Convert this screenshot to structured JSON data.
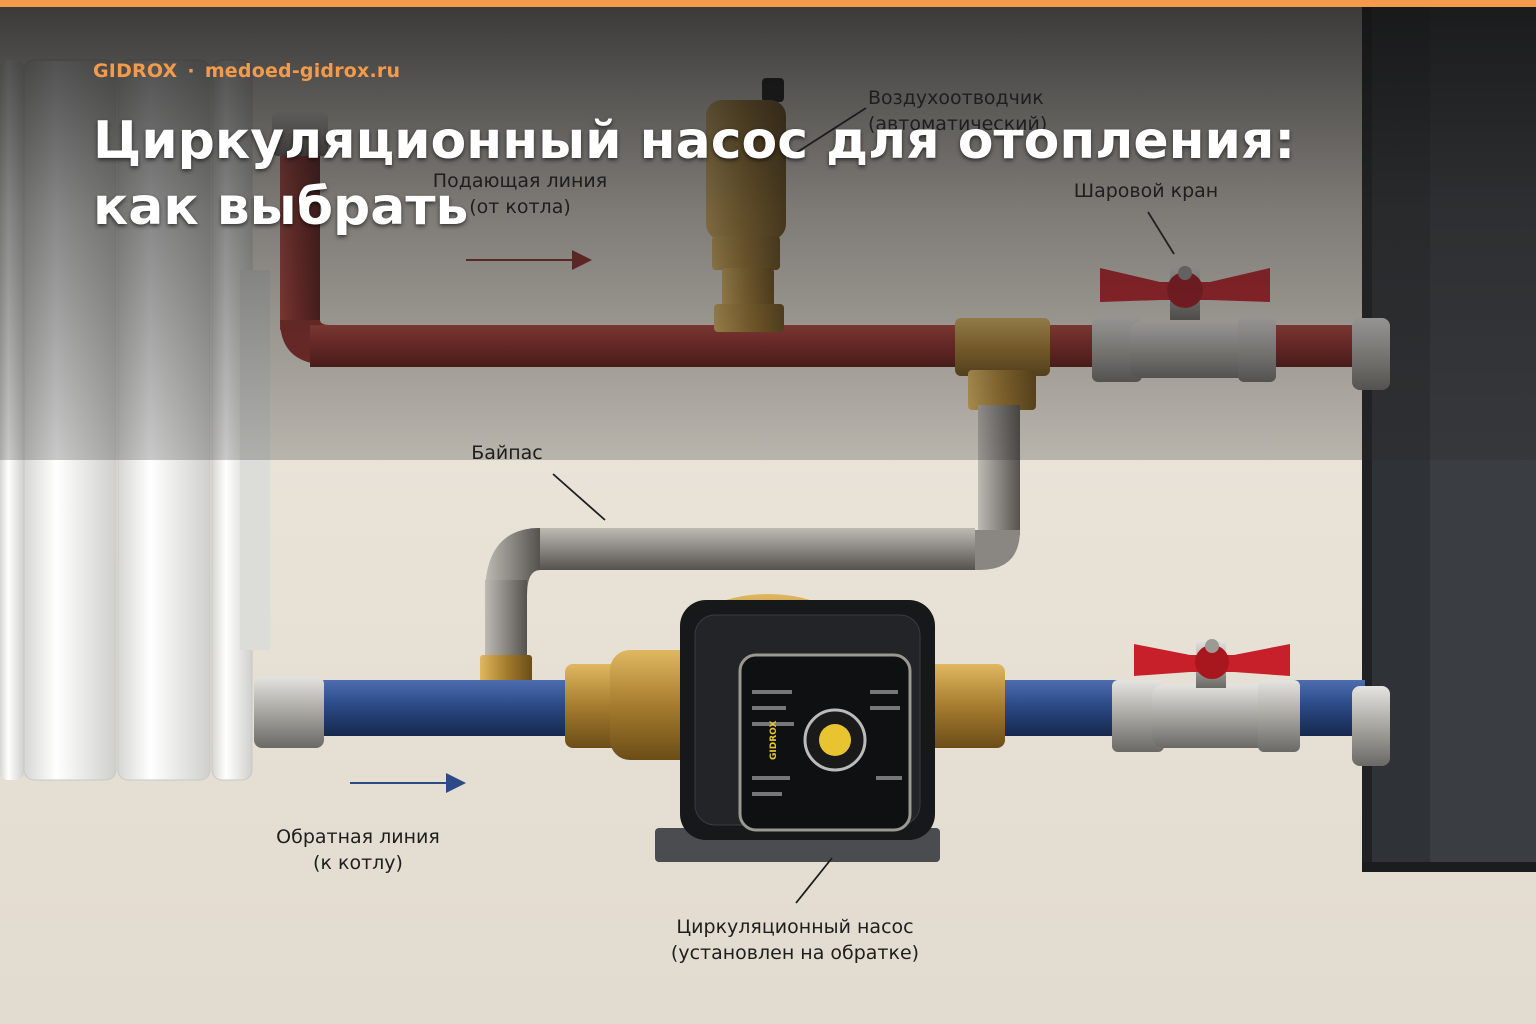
{
  "header": {
    "brand": "GIDROX",
    "separator": "·",
    "site": "medoed-gidrox.ru",
    "title": "Циркуляционный насос для отопления: как выбрать"
  },
  "labels": {
    "supply_line": [
      "Подающая линия",
      "(от котла)"
    ],
    "air_vent": [
      "Воздухоотводчик",
      "(автоматический)"
    ],
    "ball_valve": "Шаровой кран",
    "bypass": "Байпас",
    "return_line": [
      "Обратная линия",
      "(к котлу)"
    ],
    "pump": [
      "Циркуляционный насос",
      "(установлен на обратке)"
    ],
    "pump_brand": "GIDROX"
  },
  "colors": {
    "accent": "#f39a4b",
    "supply_pipe": "#8e2a26",
    "return_pipe": "#2b4a86",
    "bypass_pipe": "#8a8782",
    "valve_handle": "#c8202a",
    "brass": "#a67c2e",
    "boiler": "#2f3236",
    "wall": "#e8e2d8"
  }
}
